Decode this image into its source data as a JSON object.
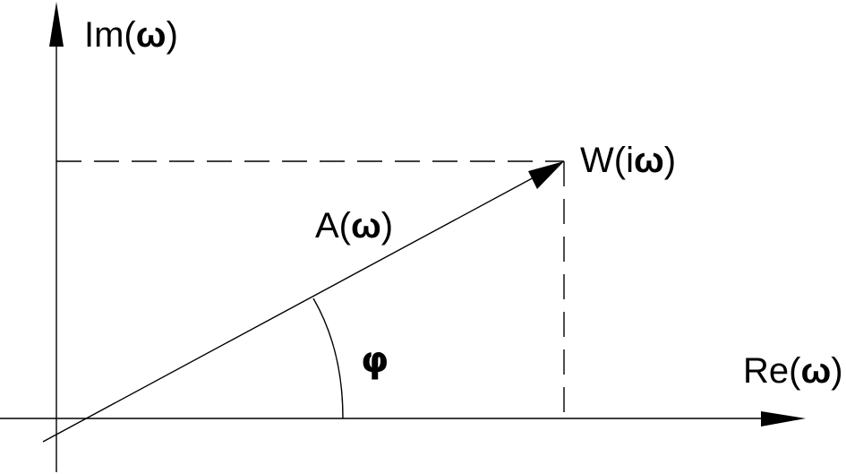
{
  "colors": {
    "ink": "#000000",
    "background": "#ffffff"
  },
  "labels": {
    "im_axis": {
      "prefix": "Im(",
      "symbol": "ω",
      "suffix": ")"
    },
    "re_axis": {
      "prefix": "Re(",
      "symbol": "ω",
      "suffix": ")"
    },
    "vector_tip": {
      "prefix": "W(i",
      "symbol": "ω",
      "suffix": ")"
    },
    "magnitude": {
      "prefix": "A(",
      "symbol": "ω",
      "suffix": ")"
    },
    "angle": "φ"
  }
}
